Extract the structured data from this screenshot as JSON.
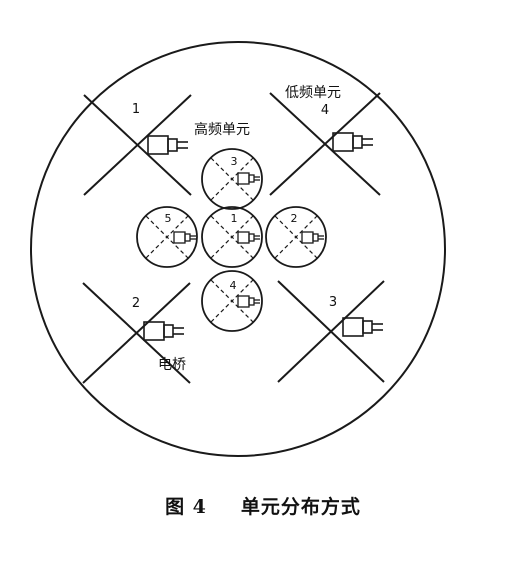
{
  "labels": {
    "low_freq_unit": "低频单元",
    "high_freq_unit": "高频单元",
    "bridge": "电桥"
  },
  "low_freq_units": [
    "1",
    "2",
    "3",
    "4"
  ],
  "high_freq_units": [
    "1",
    "2",
    "3",
    "4",
    "5"
  ],
  "caption": {
    "figure": "图 4",
    "title": "单元分布方式"
  }
}
